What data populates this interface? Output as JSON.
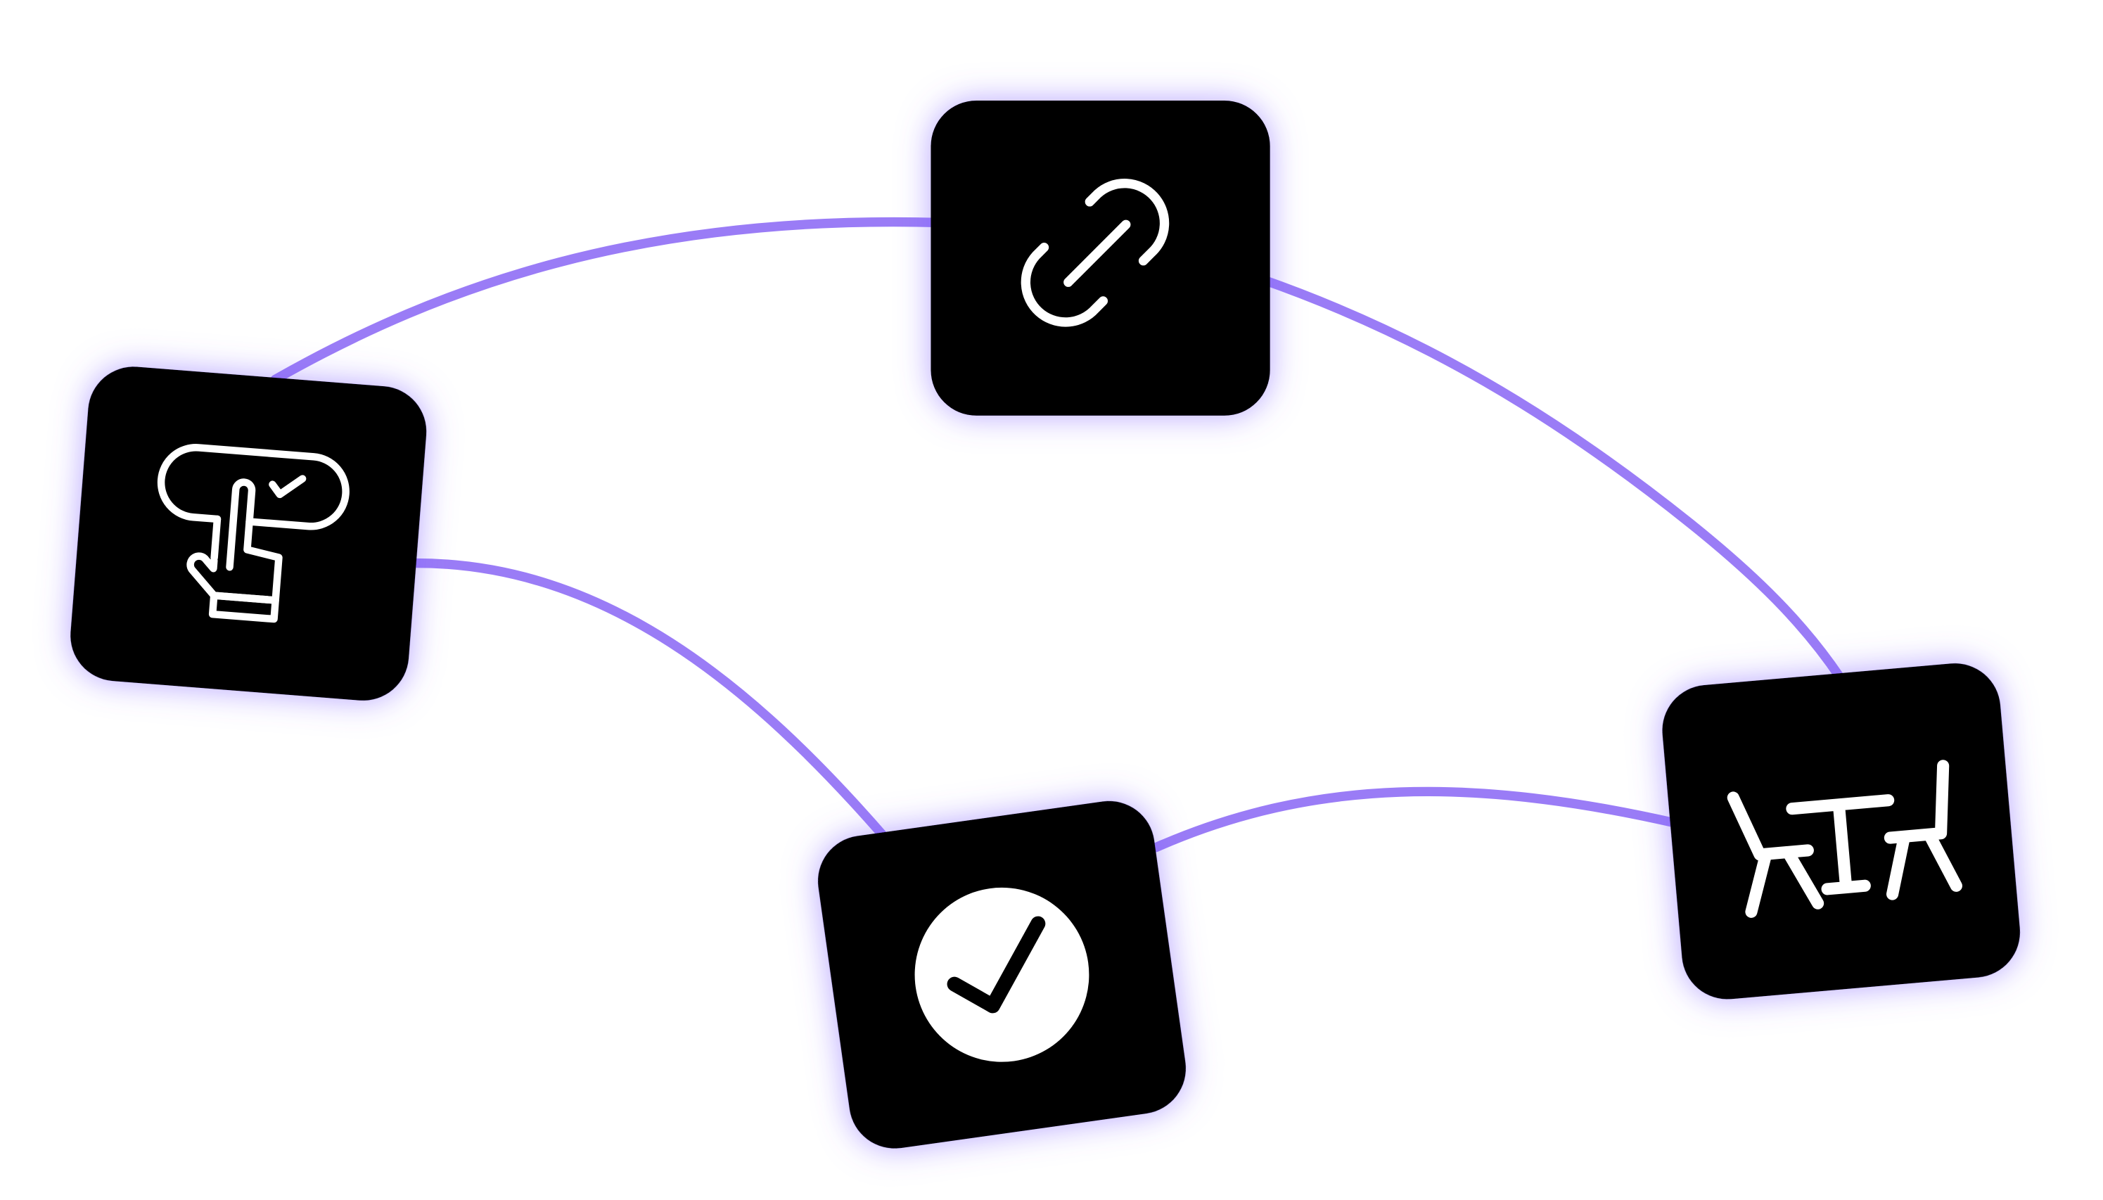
{
  "colors": {
    "background": "#ffffff",
    "connector": "#9a7cf6",
    "card": "#000000",
    "glow": "#7b5cff",
    "icon": "#ffffff"
  },
  "nodes": [
    {
      "id": "link",
      "icon": "link-icon"
    },
    {
      "id": "tap-confirm",
      "icon": "hand-tap-checkbox-icon"
    },
    {
      "id": "check",
      "icon": "check-circle-icon"
    },
    {
      "id": "meeting",
      "icon": "table-chairs-icon"
    }
  ],
  "edges": [
    {
      "from": "tap-confirm",
      "to": "link"
    },
    {
      "from": "link",
      "to": "meeting"
    },
    {
      "from": "tap-confirm",
      "to": "check"
    },
    {
      "from": "check",
      "to": "meeting"
    }
  ]
}
